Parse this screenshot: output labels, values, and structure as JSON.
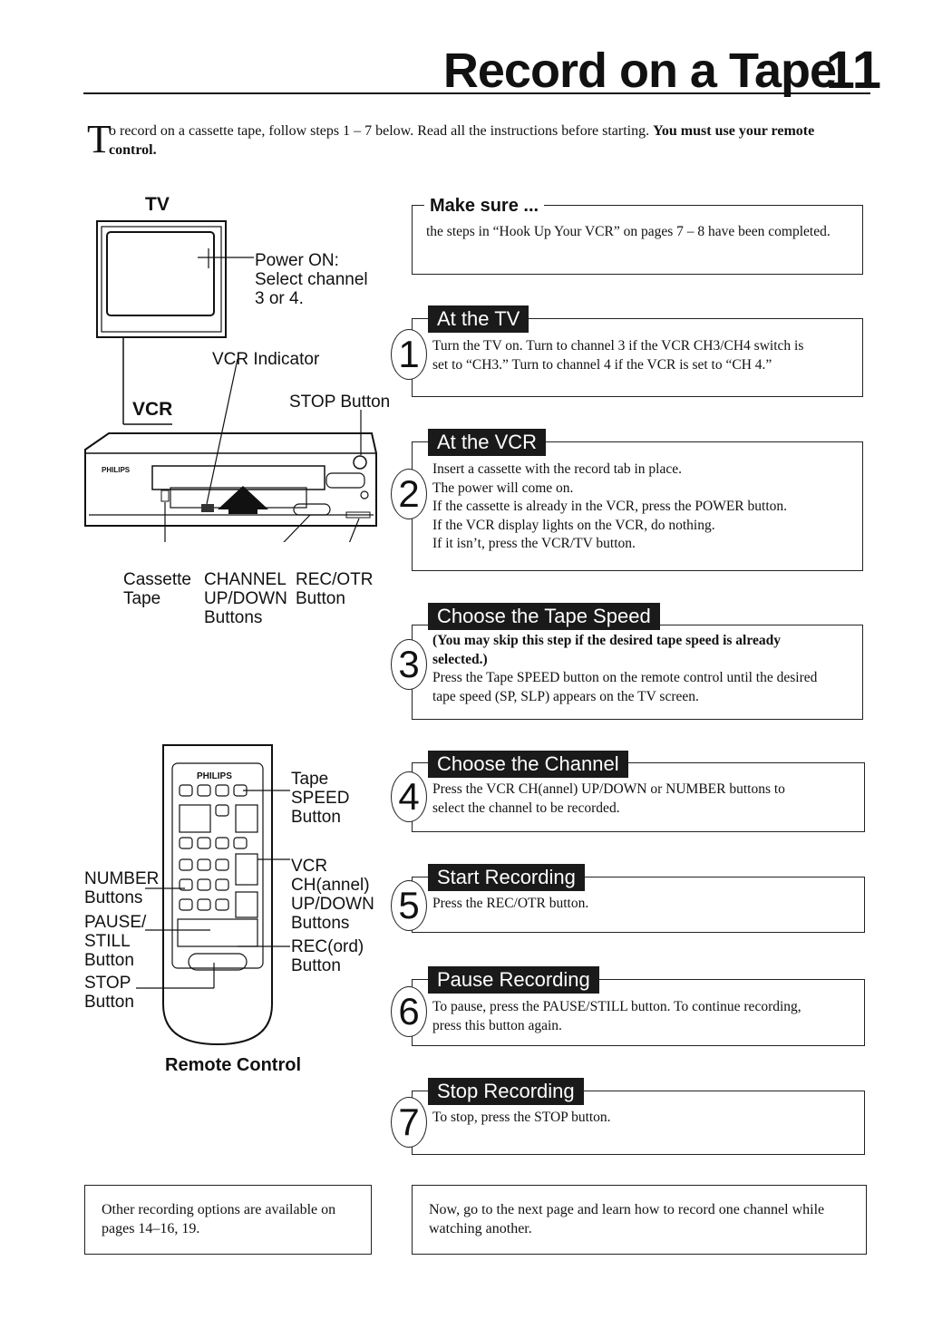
{
  "page": {
    "title": "Record on a Tape",
    "number": "11"
  },
  "intro": {
    "dropcap": "T",
    "text_plain": "o record on a cassette tape, follow steps 1 – 7 below. Read all the instructions before starting.",
    "text_bold": "You must use your remote control."
  },
  "diagram": {
    "tv_heading": "TV",
    "vcr_heading": "VCR",
    "tv_power_note": [
      "Power ON:",
      "Select channel",
      "3 or 4."
    ],
    "vcr_indicator": "VCR Indicator",
    "stop_button": "STOP Button",
    "vcr_brand": "PHILIPS",
    "cassette_tape": [
      "Cassette",
      "Tape"
    ],
    "channel_buttons": [
      "CHANNEL",
      "UP/DOWN",
      "Buttons"
    ],
    "rec_otr": [
      "REC/OTR",
      "Button"
    ]
  },
  "remote": {
    "caption": "Remote Control",
    "brand": "PHILIPS",
    "labels_right": {
      "tape_speed": [
        "Tape",
        "SPEED",
        "Button"
      ],
      "vcr_channel": [
        "VCR",
        "CH(annel)",
        "UP/DOWN",
        "Buttons"
      ],
      "record": [
        "REC(ord)",
        "Button"
      ]
    },
    "labels_left": {
      "number": [
        "NUMBER",
        "Buttons"
      ],
      "pause": [
        "PAUSE/",
        "STILL",
        "Button"
      ],
      "stop": [
        "STOP",
        "Button"
      ]
    }
  },
  "make_sure": {
    "heading": "Make sure ...",
    "text": "the steps in “Hook Up Your VCR” on pages 7 – 8 have been completed."
  },
  "steps": [
    {
      "number": "1",
      "heading": "At the TV",
      "lines": [
        "Turn the TV on. Turn to channel 3 if the VCR CH3/CH4 switch is",
        "set to “CH3.” Turn to channel 4 if the VCR is set to “CH 4.”"
      ]
    },
    {
      "number": "2",
      "heading": "At the VCR",
      "lines": [
        "Insert a cassette with the record tab in place.",
        "The power will come on.",
        "If the cassette is already in the VCR, press the POWER button.",
        "If the VCR display lights on the VCR, do nothing.",
        "If it isn’t, press the VCR/TV button."
      ]
    },
    {
      "number": "3",
      "heading": "Choose the Tape Speed",
      "bold_lines": [
        "(You may skip this step if the desired tape speed is already",
        "selected.)"
      ],
      "lines": [
        "Press the Tape SPEED button on the remote control until the desired",
        "tape speed (SP, SLP) appears on the TV screen."
      ]
    },
    {
      "number": "4",
      "heading": "Choose the Channel",
      "lines": [
        "Press the VCR CH(annel) UP/DOWN or NUMBER buttons to",
        "select the channel to be recorded."
      ]
    },
    {
      "number": "5",
      "heading": "Start Recording",
      "lines": [
        "Press the REC/OTR button."
      ]
    },
    {
      "number": "6",
      "heading": "Pause Recording",
      "lines": [
        "To pause, press the PAUSE/STILL button. To continue recording,",
        "press this button again."
      ]
    },
    {
      "number": "7",
      "heading": "Stop Recording",
      "lines": [
        "To stop, press the STOP button."
      ]
    }
  ],
  "notes": {
    "left": "Other recording options are available on pages 14–16, 19.",
    "right": "Now, go to the next page and learn how to record one channel while watching another."
  }
}
